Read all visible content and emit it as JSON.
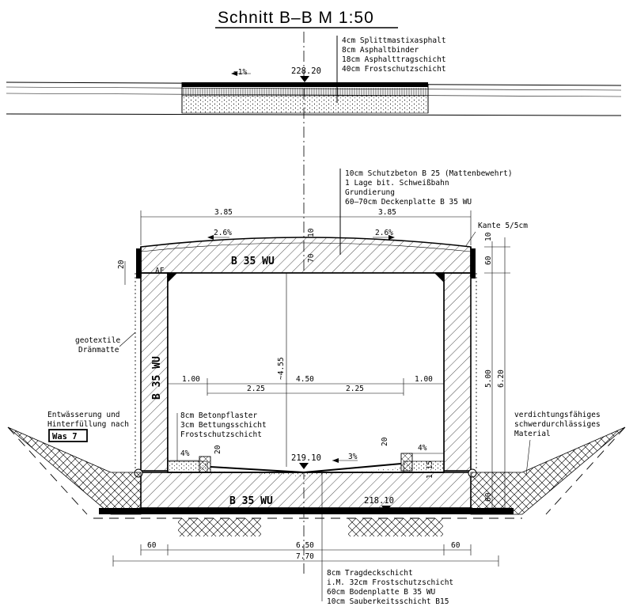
{
  "title": "Schnitt  B–B    M 1:50",
  "road": {
    "slope": "~1%",
    "elevation": "228.20",
    "layers": [
      "4cm  Splittmastixasphalt",
      "8cm  Asphaltbinder",
      "18cm  Asphalttragschicht",
      "40cm  Frostschutzschicht"
    ]
  },
  "roof_layers": [
    "10cm Schutzbeton B 25 (Mattenbewehrt)",
    "1 Lage bit. Schweißbahn",
    "Grundierung",
    "60–70cm Deckenplatte B 35 WU"
  ],
  "dims": {
    "half_width_left": "3.85",
    "half_width_right": "3.85",
    "slope_left": "2.6%",
    "slope_right": "2.6%",
    "roof_top": "10",
    "roof_thickness": "70",
    "inner_height": "~4.55",
    "wall_top_offset": "20",
    "right_10": "10",
    "right_60": "60",
    "right_500": "5.00",
    "right_620": "6.20",
    "right_60_bottom": "60",
    "right_115": "1.15",
    "inner_100_left": "1.00",
    "inner_450": "4.50",
    "inner_100_right": "1.00",
    "inner_225_left": "2.25",
    "inner_225_right": "2.25",
    "curb_20_left": "20",
    "curb_20_right": "20",
    "bottom_60_left": "60",
    "bottom_650": "6.50",
    "bottom_60_right": "60",
    "bottom_770": "7.70"
  },
  "labels": {
    "kante": "Kante 5/5cm",
    "roof_concrete": "B 35 WU",
    "wall_concrete": "B 35 WU",
    "floor_concrete": "B 35 WU",
    "geotextile": [
      "geotextile",
      "Dränmatte"
    ],
    "drainage": [
      "Entwässerung und",
      "Hinterfüllung nach"
    ],
    "was": "Was 7",
    "fill_material": [
      "verdichtungsfähiges",
      "schwerdurchlässiges",
      "Material"
    ],
    "walkway_layers": [
      "8cm Betonpflaster",
      "3cm Bettungsschicht",
      "Frostschutzschicht"
    ],
    "slope_walk_left": "4%",
    "slope_walk_right": "4%",
    "slope_road": "3%",
    "elev_road_inside": "219.10",
    "elev_bottom": "218.10",
    "af": "AF"
  },
  "floor_layers": [
    "8cm  Tragdeckschicht",
    "i.M. 32cm  Frostschutzschicht",
    "60cm  Bodenplatte B 35 WU",
    "10cm  Sauberkeitsschicht B15"
  ]
}
